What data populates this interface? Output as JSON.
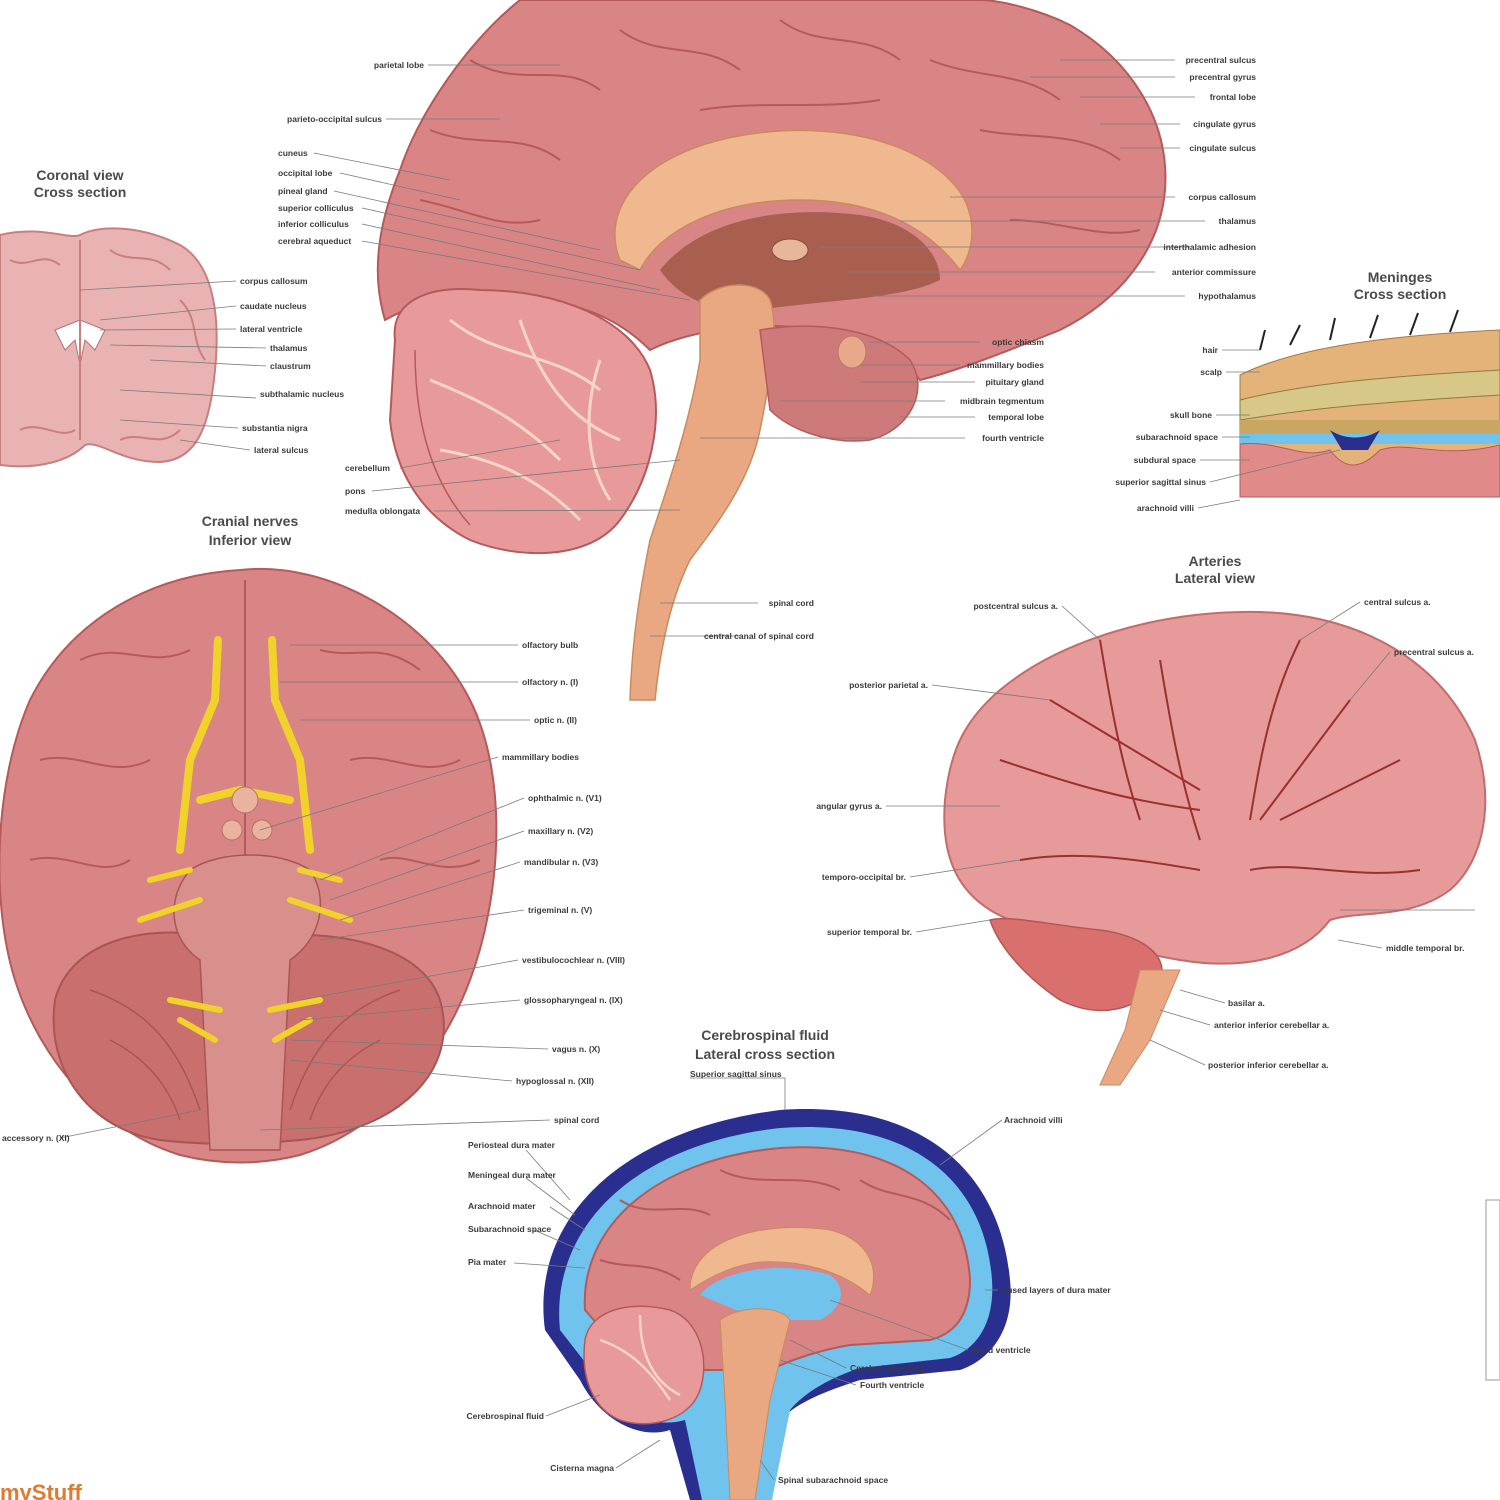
{
  "colors": {
    "brain": "#d98585",
    "brain_dark": "#b55a5a",
    "brain_light": "#eeaaa5",
    "callosum": "#f0b88f",
    "brainstem": "#eaa882",
    "nerve": "#f0d22a",
    "csf_blue": "#6fc3ec",
    "dura_navy": "#2a2f8f",
    "brand": "#e07a2e"
  },
  "sagittal": {
    "labels_left": [
      "parietal lobe",
      "parieto-occipital sulcus",
      "cuneus",
      "occipital lobe",
      "pineal gland",
      "superior colliculus",
      "inferior colliculus",
      "cerebral aqueduct",
      "cerebellum",
      "pons",
      "medulla oblongata"
    ],
    "labels_right": [
      "precentral sulcus",
      "precentral gyrus",
      "frontal lobe",
      "cingulate gyrus",
      "cingulate sulcus",
      "corpus callosum",
      "thalamus",
      "interthalamic adhesion",
      "anterior commissure",
      "hypothalamus",
      "optic chiasm",
      "mammillary bodies",
      "pituitary gland",
      "midbrain tegmentum",
      "temporal lobe",
      "fourth ventricle",
      "spinal cord",
      "central canal of spinal cord"
    ]
  },
  "coronal": {
    "title": "Coronal view",
    "subtitle": "Cross section",
    "labels": [
      "corpus callosum",
      "caudate nucleus",
      "lateral ventricle",
      "thalamus",
      "claustrum",
      "subthalamic nucleus",
      "substantia nigra",
      "lateral sulcus"
    ]
  },
  "meninges": {
    "title": "Meninges",
    "subtitle": "Cross section",
    "labels": [
      "hair",
      "scalp",
      "skull bone",
      "subarachnoid space",
      "subdural space",
      "superior sagittal sinus",
      "arachnoid villi"
    ]
  },
  "cranial": {
    "title": "Cranial nerves",
    "subtitle": "Inferior view",
    "labels": [
      "olfactory bulb",
      "olfactory n. (I)",
      "optic n. (II)",
      "mammillary bodies",
      "ophthalmic n. (V1)",
      "maxillary n. (V2)",
      "mandibular n. (V3)",
      "trigeminal n. (V)",
      "vestibulocochlear n. (VIII)",
      "glossopharyngeal n. (IX)",
      "vagus n. (X)",
      "hypoglossal n. (XII)",
      "spinal cord"
    ],
    "label_left": "accessory n. (XI)"
  },
  "arteries": {
    "title": "Arteries",
    "subtitle": "Lateral view",
    "labels_left": [
      "postcentral sulcus a.",
      "posterior parietal a.",
      "angular gyrus a.",
      "temporo-occipital br.",
      "superior temporal br."
    ],
    "labels_right": [
      "central sulcus a.",
      "precentral sulcus a.",
      "middle temporal br.",
      "basilar a.",
      "anterior inferior cerebellar a.",
      "posterior inferior cerebellar a."
    ]
  },
  "csf": {
    "title": "Cerebrospinal fluid",
    "subtitle": "Lateral cross section",
    "labels_left": [
      "Superior sagittal sinus",
      "Periosteal dura mater",
      "Meningeal dura mater",
      "Arachnoid mater",
      "Subarachnoid space",
      "Pia mater",
      "Cerebrospinal fluid",
      "Cisterna magna"
    ],
    "labels_right": [
      "Arachnoid villi",
      "Fused layers of dura mater",
      "Third ventricle",
      "Cerebral aqueduct",
      "Fourth ventricle",
      "Spinal subarachnoid space"
    ]
  },
  "brand": "myStuff"
}
